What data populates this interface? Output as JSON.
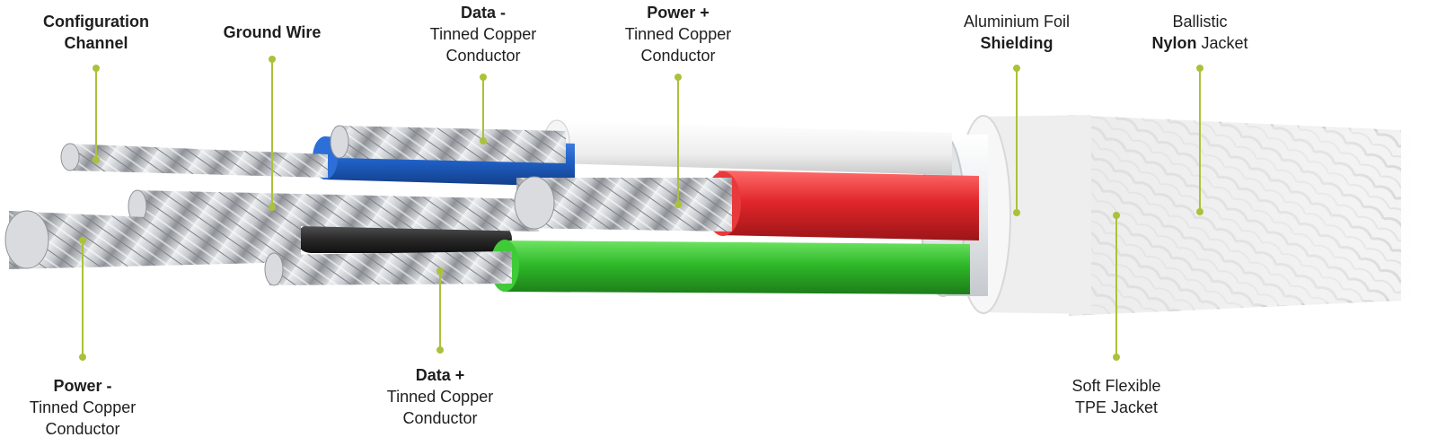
{
  "labels": {
    "config": {
      "bold": "Configuration",
      "bold2": "Channel"
    },
    "ground": {
      "bold": "Ground Wire"
    },
    "data_minus": {
      "bold": "Data -",
      "line1": "Tinned Copper",
      "line2": "Conductor"
    },
    "power_plus": {
      "bold": "Power +",
      "line1": "Tinned Copper",
      "line2": "Conductor"
    },
    "foil": {
      "line1": "Aluminium Foil",
      "bold": "Shielding"
    },
    "nylon": {
      "line1": "Ballistic",
      "bold": "Nylon",
      "rest": " Jacket"
    },
    "power_minus": {
      "bold": "Power -",
      "line1": "Tinned Copper",
      "line2": "Conductor"
    },
    "data_plus": {
      "bold": "Data +",
      "line1": "Tinned Copper",
      "line2": "Conductor"
    },
    "tpe": {
      "line1": "Soft Flexible",
      "line2": "TPE Jacket"
    }
  },
  "colors": {
    "leader": "#a9c23a",
    "blue": "#1f5fc4",
    "red": "#e0262a",
    "green": "#2fb82a",
    "black": "#2a2a2a",
    "white_insulation": "#f2f2f2",
    "steel": "#b9bcc1",
    "foil": "#e9ecef",
    "jacket": "#f7f7f7"
  }
}
